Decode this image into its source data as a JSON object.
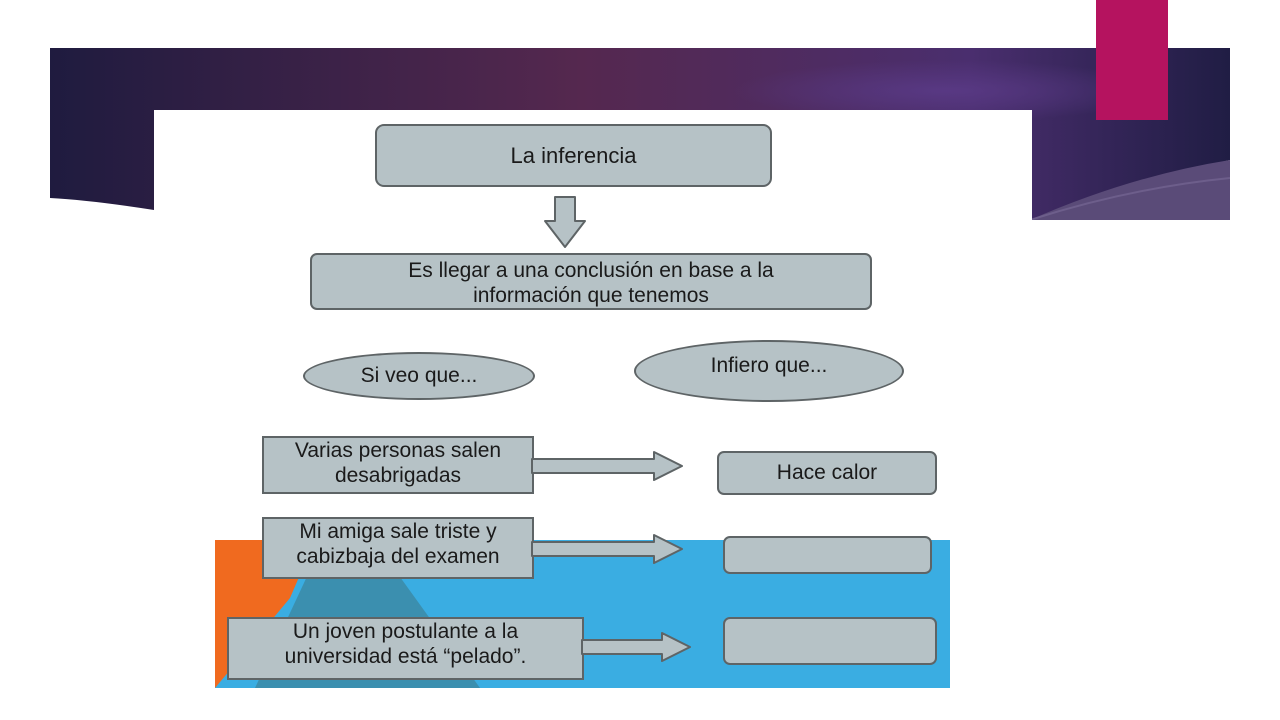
{
  "slide": {
    "colors": {
      "banner_dark": "#1f1b3f",
      "banner_mid": "#55284f",
      "banner_glow": "#4a2e6e",
      "accent_magenta": "#b5135f",
      "box_fill": "#b6c2c6",
      "box_border": "#5e6466",
      "bottom_orange": "#f06a1f",
      "bottom_blue": "#3aade2",
      "bottom_teal": "#3c8aa6"
    }
  },
  "diagram": {
    "title": "La inferencia",
    "definition_line1": "Es llegar a una conclusión en base a la",
    "definition_line2": "información que tenemos",
    "header_left": "Si veo que...",
    "header_right": "Infiero que...",
    "rows": [
      {
        "cause_line1": "Varias personas salen",
        "cause_line2": "desabrigadas",
        "effect": "Hace calor"
      },
      {
        "cause_line1": "Mi amiga sale triste y",
        "cause_line2": "cabizbaja del examen",
        "effect": ""
      },
      {
        "cause_line1": "Un joven postulante a la",
        "cause_line2": "universidad está “pelado”.",
        "effect": ""
      }
    ]
  }
}
